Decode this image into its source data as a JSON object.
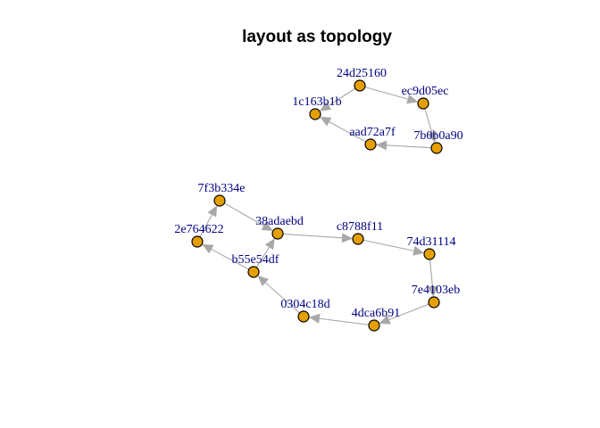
{
  "title": "layout as topology",
  "colors": {
    "node_fill": "#e69f00",
    "node_stroke": "#000000",
    "edge": "#a8a8a8",
    "label": "#000080"
  },
  "nodes": [
    {
      "id": "24d25160"
    },
    {
      "id": "ec9d05ec"
    },
    {
      "id": "1c163b1b"
    },
    {
      "id": "aad72a7f"
    },
    {
      "id": "7b0b0a90"
    },
    {
      "id": "7f3b334e"
    },
    {
      "id": "38adaebd"
    },
    {
      "id": "2e764622"
    },
    {
      "id": "c8788f11"
    },
    {
      "id": "74d31114"
    },
    {
      "id": "b55e54df"
    },
    {
      "id": "7e4103eb"
    },
    {
      "id": "0304c18d"
    },
    {
      "id": "4dca6b91"
    }
  ],
  "edges": [
    {
      "from": "24d25160",
      "to": "1c163b1b"
    },
    {
      "from": "24d25160",
      "to": "ec9d05ec"
    },
    {
      "from": "ec9d05ec",
      "to": "7b0b0a90"
    },
    {
      "from": "7b0b0a90",
      "to": "aad72a7f"
    },
    {
      "from": "aad72a7f",
      "to": "1c163b1b"
    },
    {
      "from": "7f3b334e",
      "to": "38adaebd"
    },
    {
      "from": "2e764622",
      "to": "7f3b334e"
    },
    {
      "from": "38adaebd",
      "to": "c8788f11"
    },
    {
      "from": "c8788f11",
      "to": "74d31114"
    },
    {
      "from": "74d31114",
      "to": "7e4103eb"
    },
    {
      "from": "7e4103eb",
      "to": "4dca6b91"
    },
    {
      "from": "4dca6b91",
      "to": "0304c18d"
    },
    {
      "from": "0304c18d",
      "to": "b55e54df"
    },
    {
      "from": "b55e54df",
      "to": "2e764622"
    },
    {
      "from": "b55e54df",
      "to": "38adaebd"
    }
  ]
}
